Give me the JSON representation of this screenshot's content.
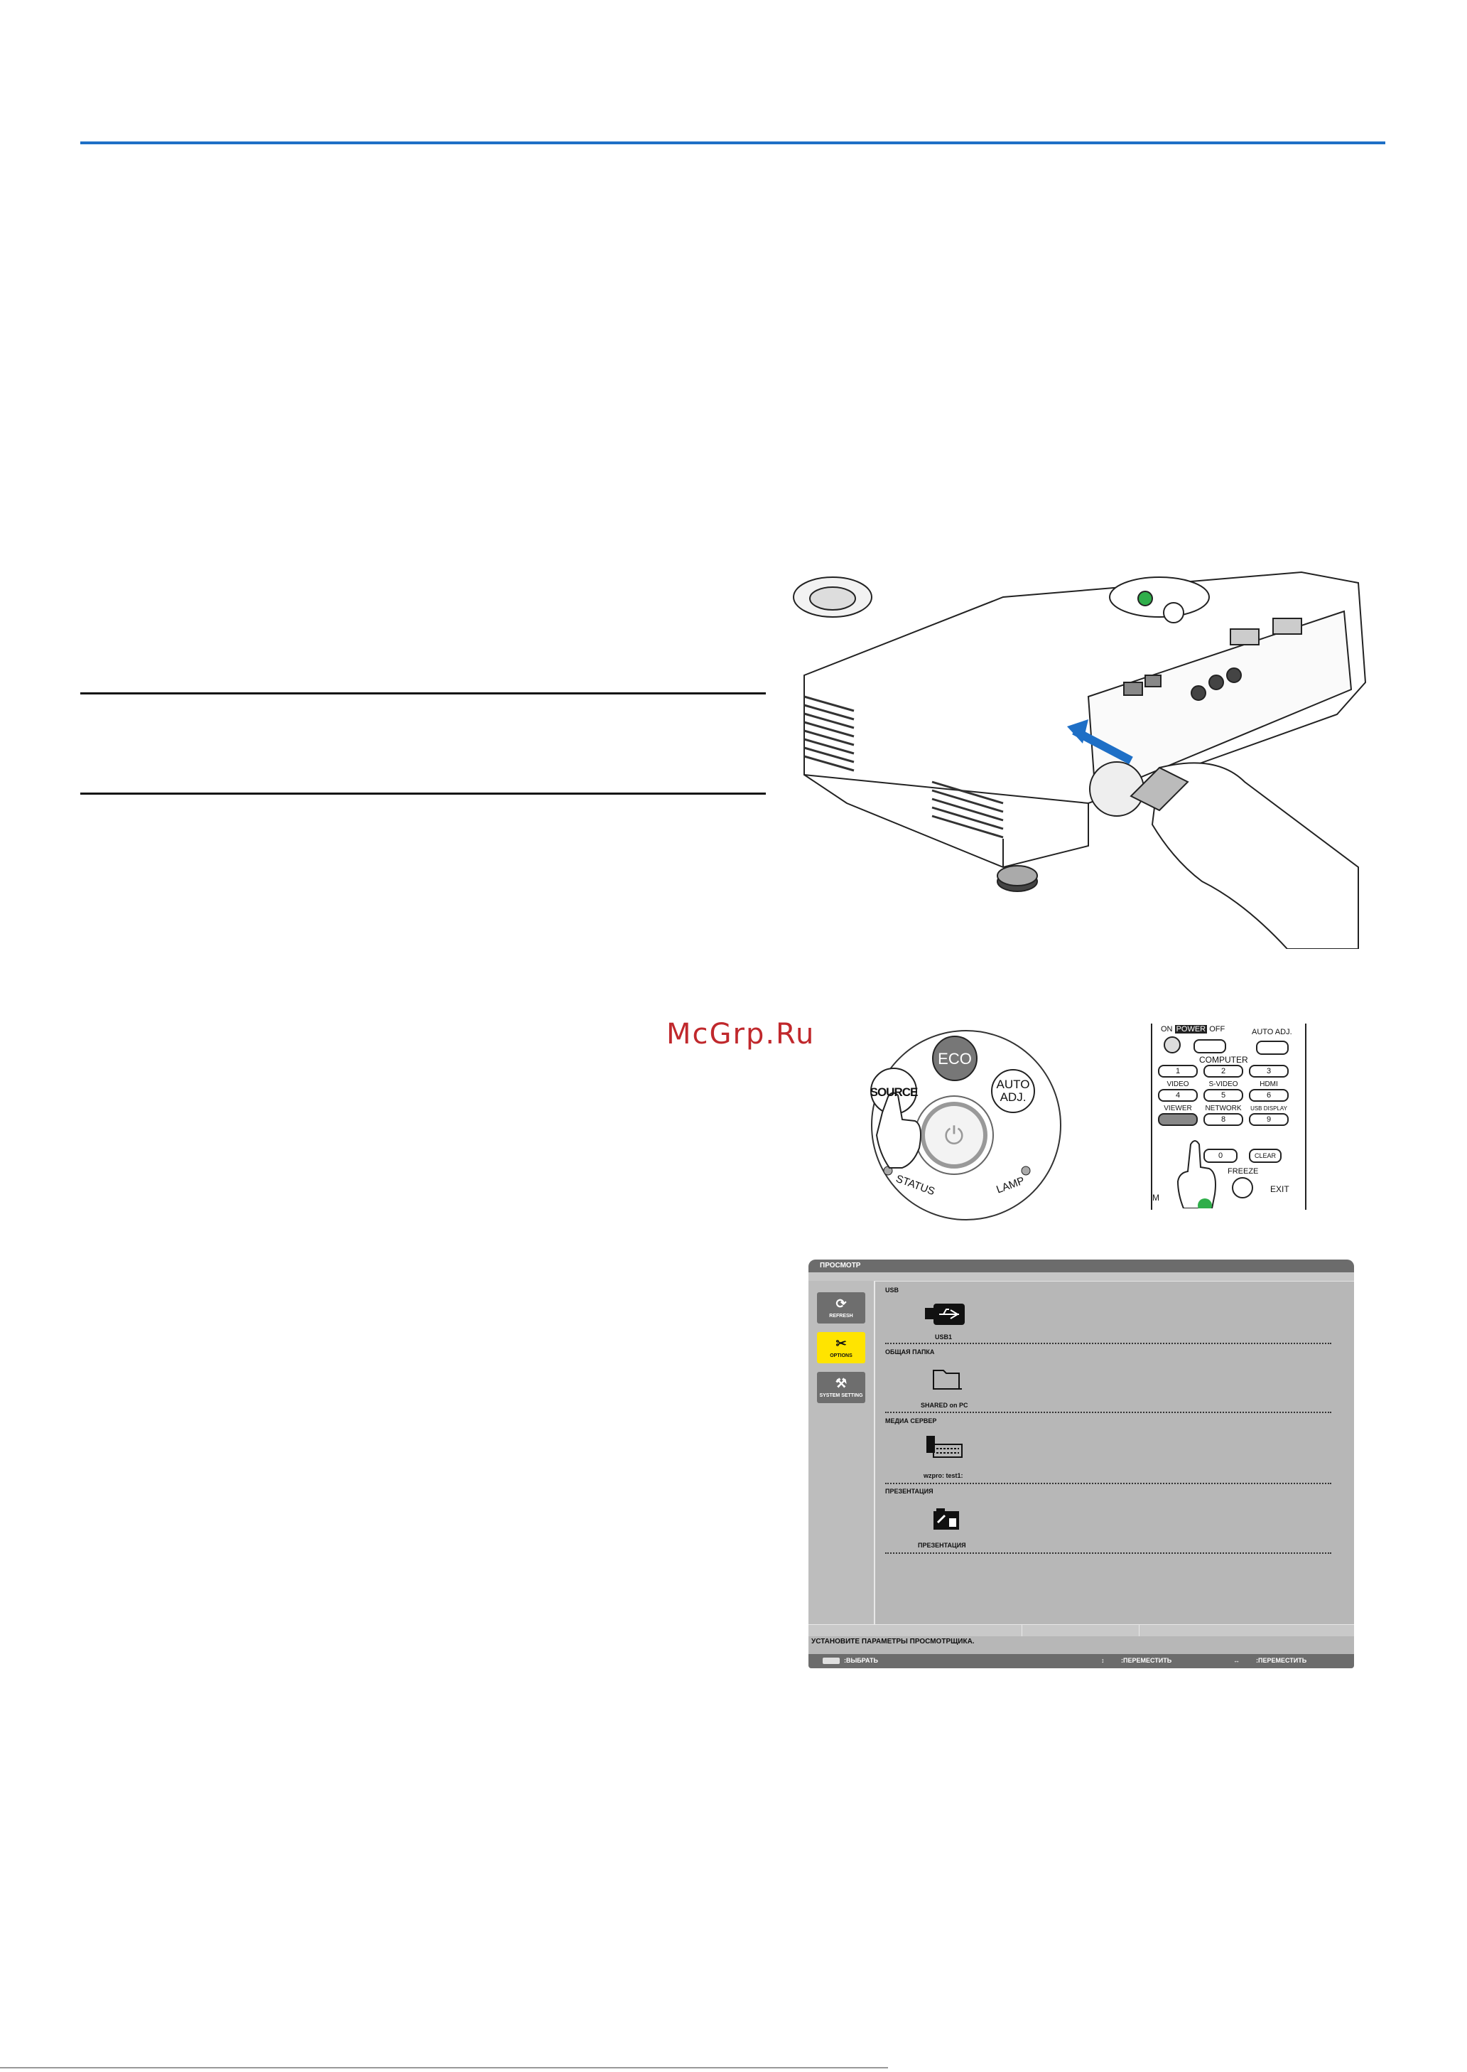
{
  "watermark": "McGrp.Ru",
  "colors": {
    "accent_rule": "#1e6fc6",
    "screen_title_bg": "#6c6c6c",
    "active_button": "#ffe400",
    "green_button": "#2fae4a"
  },
  "panel": {
    "source": "SOURCE",
    "eco": "ECO",
    "auto_adj_line1": "AUTO",
    "auto_adj_line2": "ADJ.",
    "status": "STATUS",
    "lamp": "LAMP",
    "power_icon": "power-icon",
    "hand_icon": "pointing-hand-icon"
  },
  "remote": {
    "on": "ON",
    "power": "POWER",
    "off": "OFF",
    "auto_adj": "AUTO ADJ.",
    "computer": "COMPUTER",
    "buttons": [
      {
        "label": "",
        "num": "1"
      },
      {
        "label": "",
        "num": "2"
      },
      {
        "label": "",
        "num": "3"
      },
      {
        "label": "VIDEO",
        "num": "4"
      },
      {
        "label": "S-VIDEO",
        "num": "5"
      },
      {
        "label": "HDMI",
        "num": "6"
      },
      {
        "label": "VIEWER",
        "num": ""
      },
      {
        "label": "NETWORK",
        "num": "8"
      },
      {
        "label": "USB DISPLAY",
        "num": "9"
      }
    ],
    "zero": "0",
    "clear": "CLEAR",
    "freeze": "FREEZE",
    "exit": "EXIT",
    "m_partial": "M"
  },
  "viewer": {
    "title": "ПРОСМОТР",
    "sidebar": [
      {
        "label": "REFRESH",
        "icon": "refresh-icon",
        "active": false
      },
      {
        "label": "OPTIONS",
        "icon": "tools-icon",
        "active": true
      },
      {
        "label": "SYSTEM SETTING",
        "icon": "system-setting-icon",
        "active": false
      }
    ],
    "sections": [
      {
        "title": "USB",
        "item": "USB1",
        "icon": "usb-drive-icon"
      },
      {
        "title": "ОБЩАЯ ПАПКА",
        "item": "SHARED on PC",
        "icon": "folder-icon"
      },
      {
        "title": "МЕДИА СЕРВЕР",
        "item": "wzpro: test1:",
        "icon": "media-server-icon"
      },
      {
        "title": "ПРЕЗЕНТАЦИЯ",
        "item": "ПРЕЗЕНТАЦИЯ",
        "icon": "presentation-icon"
      }
    ],
    "message": "УСТАНОВИТЕ ПАРАМЕТРЫ ПРОСМОТРЩИКА.",
    "nav": {
      "select": ":ВЫБРАТЬ",
      "move1_key": "↕",
      "move1": ":ПЕРЕМЕСТИТЬ",
      "move2_key": "↔",
      "move2": ":ПЕРЕМЕСТИТЬ"
    }
  }
}
